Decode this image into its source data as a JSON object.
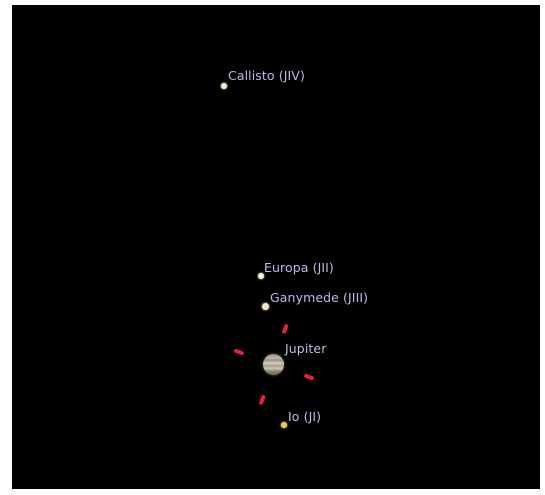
{
  "sky_view": {
    "background_color": "#000000",
    "label_color": "#b8bcee",
    "marker_color": "#e8203c"
  },
  "bodies": {
    "callisto": {
      "label": "Callisto (JIV)",
      "color": "#f2efc4"
    },
    "europa": {
      "label": "Europa (JII)",
      "color": "#f4f1d2"
    },
    "ganymede": {
      "label": "Ganymede (JIII)",
      "color": "#f0e6c0"
    },
    "jupiter": {
      "label": "Jupiter",
      "icon": "planet-disc-icon"
    },
    "io": {
      "label": "Io (JI)",
      "color": "#f0c85a"
    }
  },
  "selection_marker": {
    "icon": "target-reticle-icon",
    "segments": 4
  }
}
